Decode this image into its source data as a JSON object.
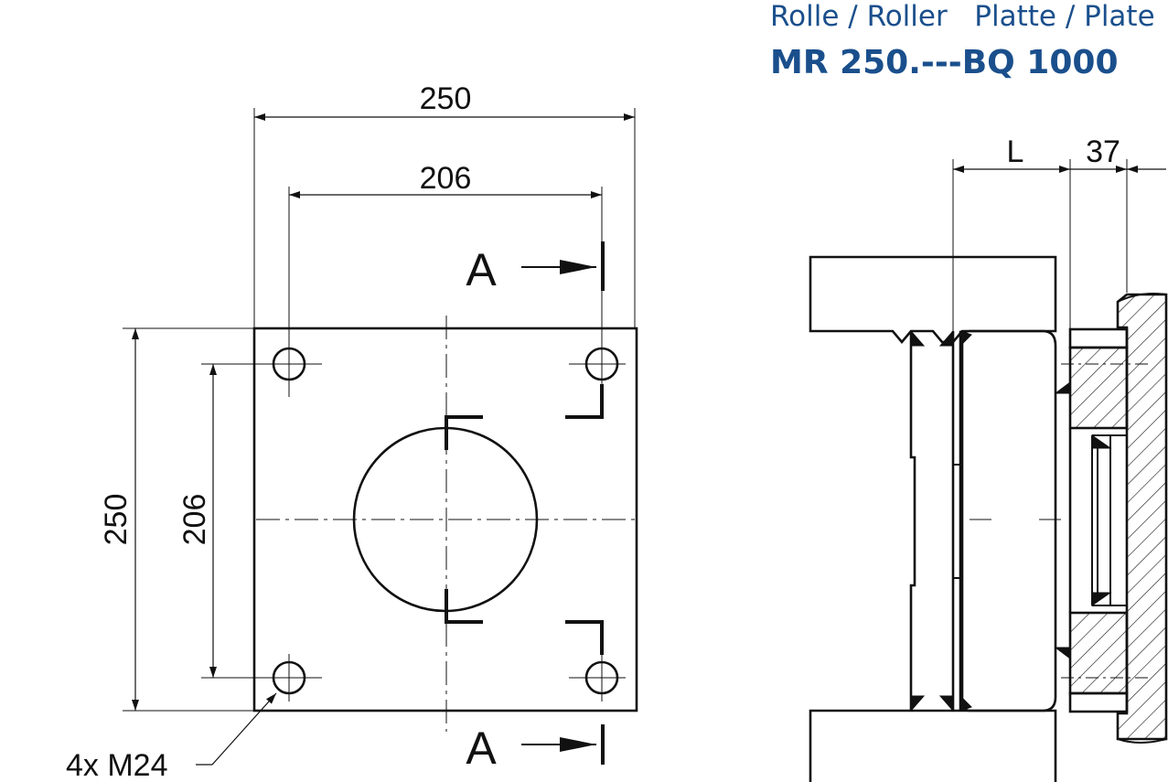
{
  "header": {
    "line1": "Rolle / Roller   Platte / Plate",
    "line2": "MR 250.---BQ 1000",
    "color": "#1a4f8c"
  },
  "front_view": {
    "dim_width_outer": "250",
    "dim_width_holes": "206",
    "dim_height_outer": "250",
    "dim_height_holes": "206",
    "section_label_top": "A",
    "section_label_bottom": "A",
    "hole_callout": "4x M24"
  },
  "side_view": {
    "dim_length": "L",
    "dim_plate": "37"
  }
}
